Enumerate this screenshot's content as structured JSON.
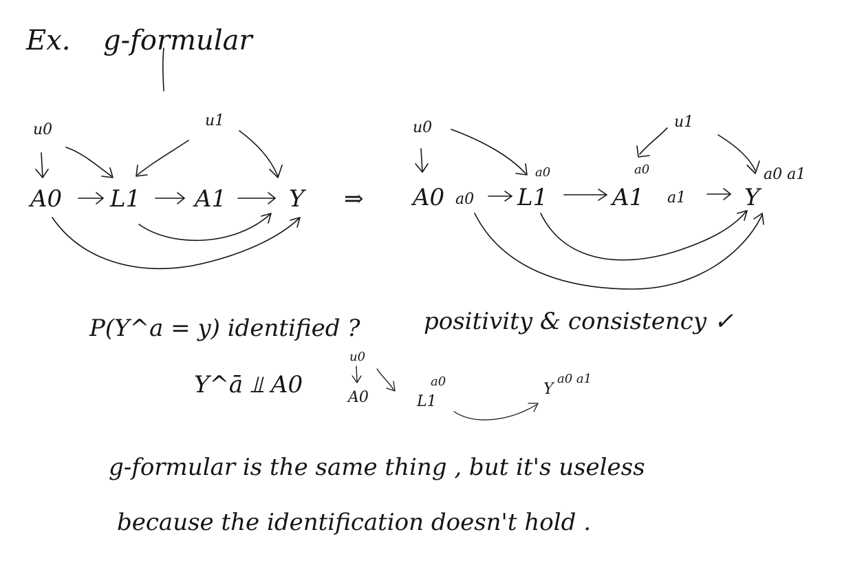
{
  "header": {
    "ex_label": "Ex.",
    "title": "g-formular"
  },
  "left_dag": {
    "nodes": {
      "u0": "u0",
      "u1": "u1",
      "A0": "A0",
      "L1": "L1",
      "A1": "A1",
      "Y": "Y"
    }
  },
  "implies": "⇒",
  "right_dag": {
    "nodes": {
      "u0": "u0",
      "u1": "u1",
      "A0": "A0",
      "L1": "L1",
      "A1": "A1",
      "Y": "Y"
    },
    "labels": {
      "a0_after_A0": "a0",
      "L1_super": "a0",
      "A1_super": "a0",
      "a1_after_A1": "a1",
      "Y_super": "a0 a1"
    }
  },
  "notes": {
    "question": "P(Y^a = y) identified ?",
    "conditions": "positivity & consistency ✓",
    "independence": "Y^ā ⫫ A0",
    "mini_u0": "u0",
    "mini_A0": "A0",
    "mini_L1": "L1",
    "mini_L1_super": "a0",
    "mini_Y": "Y",
    "mini_Y_super": "a0 a1"
  },
  "conclusion": {
    "line1": "g-formular is the same thing , but it's useless",
    "line2": "because the identification doesn't hold ."
  }
}
